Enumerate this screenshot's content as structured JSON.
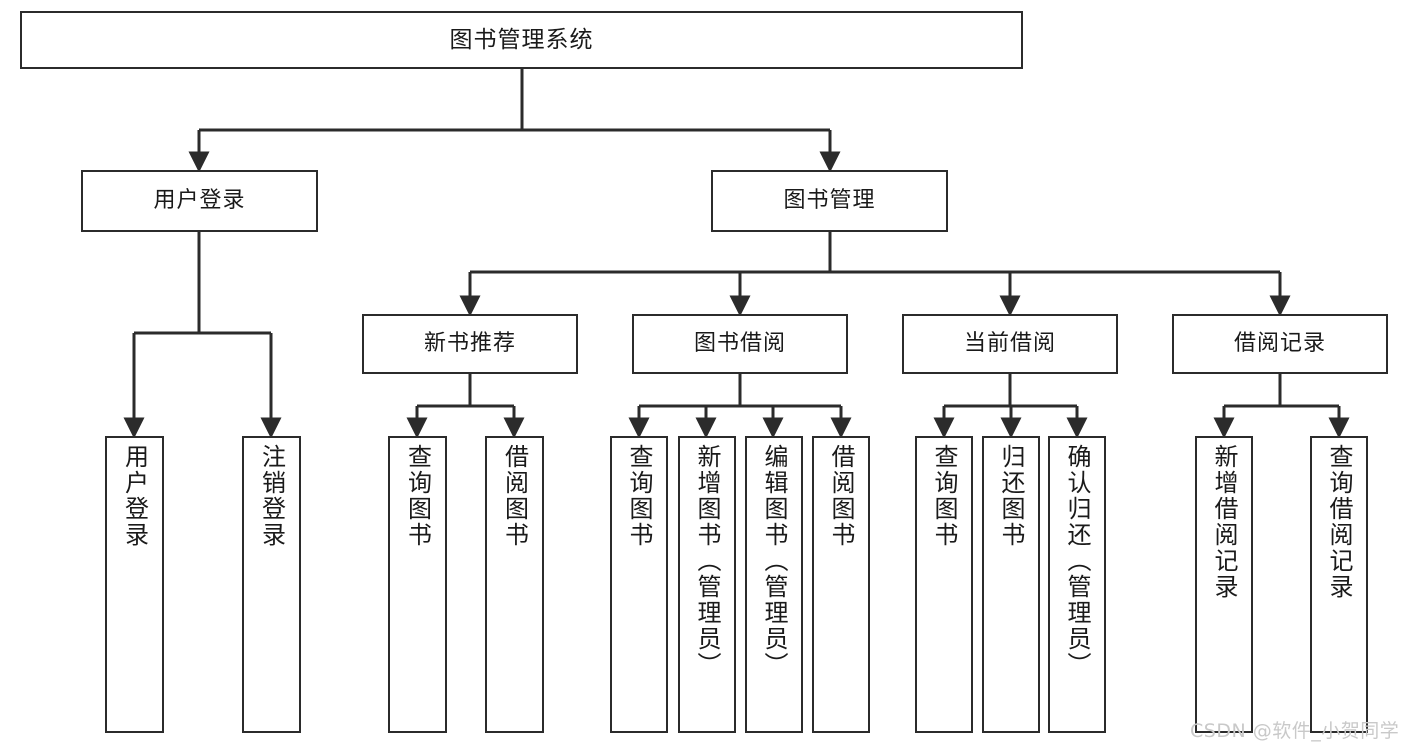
{
  "diagram": {
    "type": "tree-hierarchy-chart",
    "title": "图书管理系统",
    "watermark": "CSDN @软件_小贺同学",
    "colors": {
      "box_border": "#2b2b2b",
      "box_fill": "#ffffff",
      "connector": "#2b2b2b",
      "text": "#1a1a1a",
      "watermark": "#c9c9c9",
      "background": "#ffffff"
    },
    "root": {
      "label": "图书管理系统"
    },
    "level2": [
      {
        "id": "user-login",
        "label": "用户登录"
      },
      {
        "id": "book-management",
        "label": "图书管理"
      }
    ],
    "level3": [
      {
        "id": "new-book-recommend",
        "label": "新书推荐"
      },
      {
        "id": "book-borrow",
        "label": "图书借阅"
      },
      {
        "id": "current-borrow",
        "label": "当前借阅"
      },
      {
        "id": "borrow-record",
        "label": "借阅记录"
      }
    ],
    "leaves": {
      "user_login": [
        {
          "id": "leaf-user-login",
          "label": "用户登录"
        },
        {
          "id": "leaf-logout-login",
          "label": "注销登录"
        }
      ],
      "new_book_recommend": [
        {
          "id": "leaf-query-book-1",
          "label": "查询图书"
        },
        {
          "id": "leaf-borrow-book-1",
          "label": "借阅图书"
        }
      ],
      "book_borrow": [
        {
          "id": "leaf-query-book-2",
          "label": "查询图书"
        },
        {
          "id": "leaf-add-book",
          "label": "新增图书（管理员）"
        },
        {
          "id": "leaf-edit-book",
          "label": "编辑图书（管理员）"
        },
        {
          "id": "leaf-borrow-book-2",
          "label": "借阅图书"
        }
      ],
      "current_borrow": [
        {
          "id": "leaf-query-book-3",
          "label": "查询图书"
        },
        {
          "id": "leaf-return-book",
          "label": "归还图书"
        },
        {
          "id": "leaf-confirm-return",
          "label": "确认归还（管理员）"
        }
      ],
      "borrow_record": [
        {
          "id": "leaf-add-borrow-record",
          "label": "新增借阅记录"
        },
        {
          "id": "leaf-query-borrow-record",
          "label": "查询借阅记录"
        }
      ]
    }
  }
}
